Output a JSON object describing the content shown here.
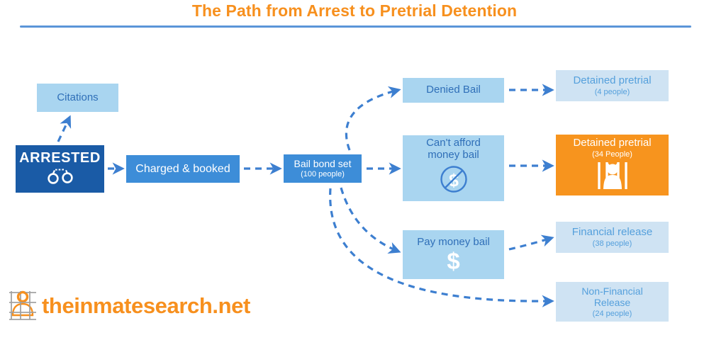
{
  "header": {
    "title": "The Path from Arrest to Pretrial Detention",
    "rule_color": "#5B95D8",
    "title_color": "#F7901E"
  },
  "colors": {
    "dark_blue": "#1A5BA6",
    "mid_blue": "#3D8DD8",
    "light_blue": "#A9D5F0",
    "palest_blue": "#CFE3F3",
    "orange": "#F7941E",
    "text_blue": "#2F6FB8",
    "arrow_blue": "#3D7FD0"
  },
  "flow": {
    "nodes": [
      {
        "id": "citations",
        "title": "Citations",
        "sub": "",
        "style": "light-blue",
        "icon": ""
      },
      {
        "id": "arrested",
        "title": "ARRESTED",
        "sub": "",
        "style": "dark-blue",
        "icon": "handcuffs-icon"
      },
      {
        "id": "charged-and-booked",
        "title": "Charged & booked",
        "sub": "",
        "style": "mid-blue",
        "icon": ""
      },
      {
        "id": "bail-bond-set",
        "title": "Bail bond set",
        "sub": "(100 people)",
        "style": "mid-blue",
        "icon": ""
      },
      {
        "id": "denied-bail",
        "title": "Denied Bail",
        "sub": "",
        "style": "light-blue",
        "icon": ""
      },
      {
        "id": "cant-afford-money-bail",
        "title": "Can't afford\nmoney bail",
        "sub": "",
        "style": "light-blue",
        "icon": "no-money-icon"
      },
      {
        "id": "pay-money-bail",
        "title": "Pay money bail",
        "sub": "",
        "style": "light-blue",
        "icon": "dollar-icon"
      },
      {
        "id": "detained-pretrial-4",
        "title": "Detained pretrial",
        "sub": "(4 people)",
        "style": "palest-blue",
        "icon": ""
      },
      {
        "id": "detained-pretrial-34",
        "title": "Detained pretrial",
        "sub": "(34 People)",
        "style": "orange",
        "icon": "jail-prisoner-icon"
      },
      {
        "id": "financial-release",
        "title": "Financial release",
        "sub": "(38 people)",
        "style": "palest-blue",
        "icon": ""
      },
      {
        "id": "non-financial-release",
        "title": "Non-Financial\nRelease",
        "sub": "(24 people)",
        "style": "palest-blue",
        "icon": ""
      }
    ],
    "connectors": [
      {
        "from": "arrested",
        "to": "citations",
        "style": "dashed-arrow"
      },
      {
        "from": "arrested",
        "to": "charged-and-booked",
        "style": "dashed-arrow"
      },
      {
        "from": "charged-and-booked",
        "to": "bail-bond-set",
        "style": "dashed-arrow"
      },
      {
        "from": "bail-bond-set",
        "to": "denied-bail",
        "style": "dashed-arrow"
      },
      {
        "from": "bail-bond-set",
        "to": "cant-afford-money-bail",
        "style": "dashed-arrow"
      },
      {
        "from": "bail-bond-set",
        "to": "pay-money-bail",
        "style": "dashed-arrow"
      },
      {
        "from": "bail-bond-set",
        "to": "non-financial-release",
        "style": "dashed-arrow"
      },
      {
        "from": "denied-bail",
        "to": "detained-pretrial-4",
        "style": "dashed-arrow"
      },
      {
        "from": "cant-afford-money-bail",
        "to": "detained-pretrial-34",
        "style": "dashed-arrow"
      },
      {
        "from": "pay-money-bail",
        "to": "financial-release",
        "style": "dashed-arrow"
      }
    ]
  },
  "chart_data": {
    "type": "diagram",
    "title": "The Path from Arrest to Pretrial Detention",
    "unit": "people",
    "total": 100,
    "outcomes": [
      {
        "label": "Detained pretrial (denied bail)",
        "value": 4
      },
      {
        "label": "Detained pretrial (can't afford money bail)",
        "value": 34
      },
      {
        "label": "Financial release",
        "value": 38
      },
      {
        "label": "Non-Financial Release",
        "value": 24
      }
    ]
  },
  "watermark": {
    "text": "theinmatesearch.net",
    "icon": "inmate-behind-bars-logo"
  }
}
